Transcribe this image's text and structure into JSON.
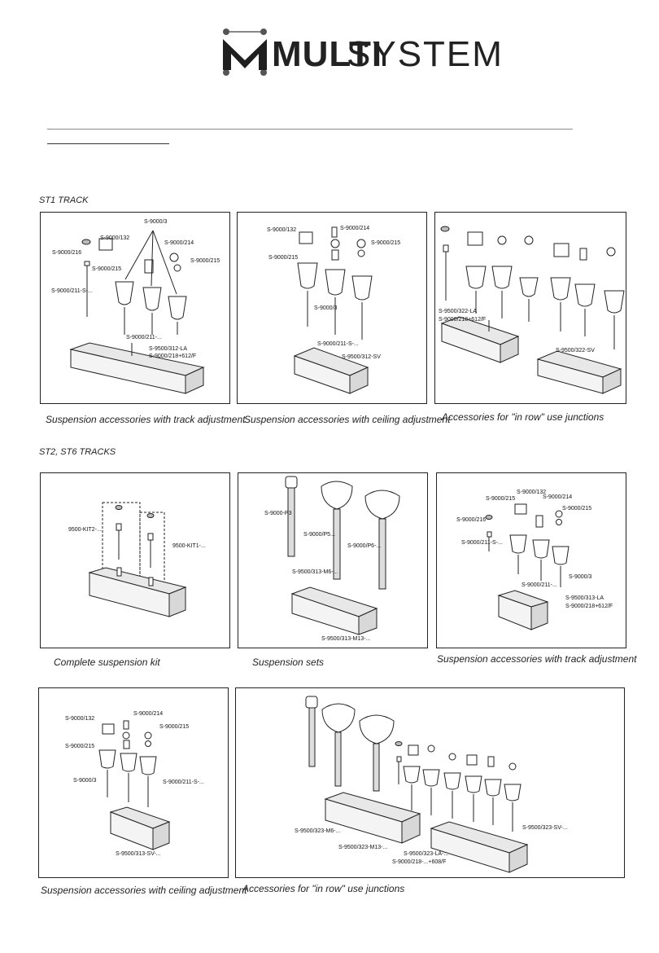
{
  "logo": {
    "word_bold": "MULTI",
    "word_light": "SYSTEM"
  },
  "sections": {
    "st1": "ST1 TRACK",
    "st2": "ST2, ST6 TRACKS"
  },
  "panels": {
    "p1": {
      "caption": "Suspension accessories with track adjustment",
      "labels": [
        "S-9000/3",
        "S-9000/132",
        "S-9000/214",
        "S-9000/216",
        "S-9000/215",
        "S-9000/215",
        "S-9000/211-S-...",
        "S-9000/211-...",
        "S-9500/312-LA",
        "S-9000/218+612/F"
      ]
    },
    "p2": {
      "caption": "Suspension accessories with ceiling adjustment",
      "labels": [
        "S-9000/132",
        "S-9000/214",
        "S-9000/215",
        "S-9000/215",
        "S-9000/3",
        "S-9000/211-S-...",
        "S-9500/312-SV"
      ]
    },
    "p3": {
      "caption": "Accessories for \"in row\" use junctions",
      "labels": [
        "S-9500/322-LA",
        "S-9000/218+612/F",
        "S-9500/322-SV"
      ]
    },
    "p4": {
      "caption": "Complete suspension kit",
      "labels": [
        "9500-KIT2-...",
        "9500-KIT1-..."
      ]
    },
    "p5": {
      "caption": "Suspension sets",
      "labels": [
        "S-9000-P3",
        "S-9000/P5...",
        "S-9000/P6-...",
        "S-9500/313-M6-...",
        "S-9500/313-M13-..."
      ]
    },
    "p6": {
      "caption": "Suspension accessories with track adjustment",
      "labels": [
        "S-9000/132",
        "S-9000/215",
        "S-9000/214",
        "S-9000/215",
        "S-9000/216",
        "S-9000/211-S-...",
        "S-9000/211-...",
        "S-9000/3",
        "S-9500/313-LA",
        "S-9000/218+612/F"
      ]
    },
    "p7": {
      "caption": "Suspension accessories with ceiling adjustment",
      "labels": [
        "S-9000/132",
        "S-9000/214",
        "S-9000/215",
        "S-9000/215",
        "S-9000/3",
        "S-9000/211-S-...",
        "S-9500/313-SV-..."
      ]
    },
    "p8": {
      "caption": "Accessories for \"in row\" use junctions",
      "labels": [
        "S-9500/323-M6-...",
        "S-9500/323-M13-...",
        "S-9500/323-LA-...",
        "S-9000/218-...+608/F",
        "S-9500/323-SV-..."
      ]
    }
  }
}
